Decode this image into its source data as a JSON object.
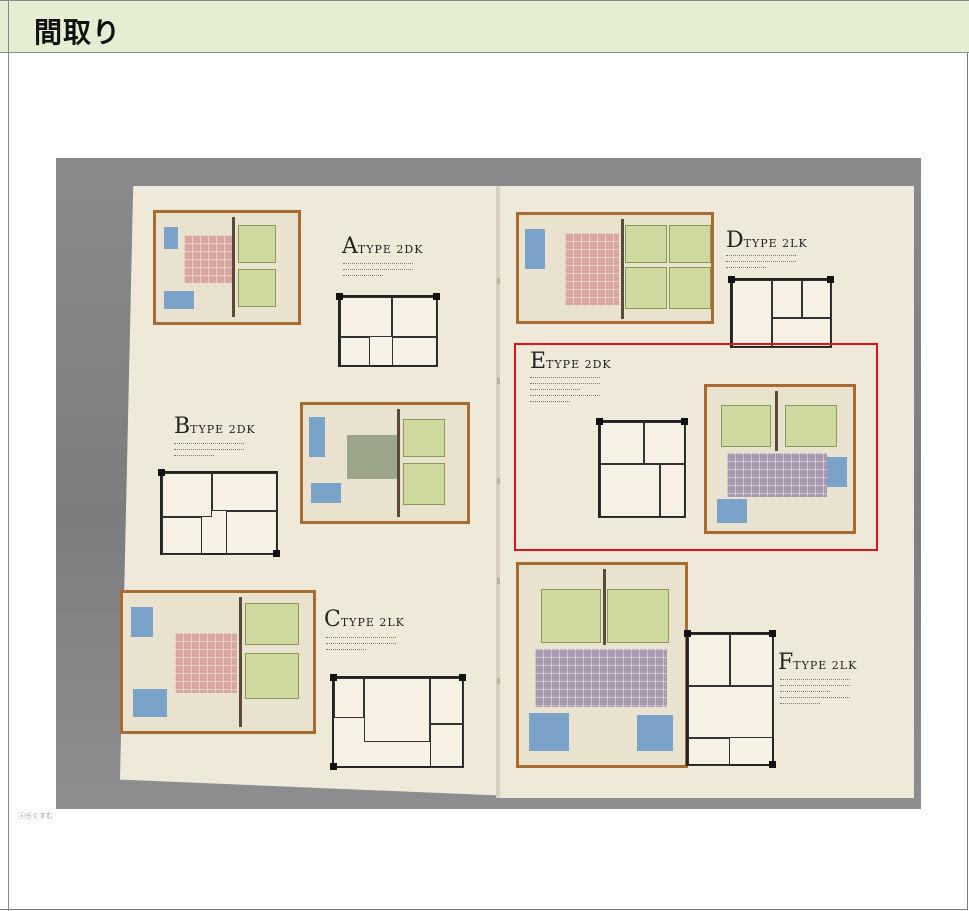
{
  "section": {
    "title": "間取り"
  },
  "brochure": {
    "plans": [
      {
        "letter": "A",
        "rest": "TYPE 2DK"
      },
      {
        "letter": "B",
        "rest": "TYPE 2DK"
      },
      {
        "letter": "C",
        "rest": "TYPE 2LK"
      },
      {
        "letter": "D",
        "rest": "TYPE 2LK"
      },
      {
        "letter": "E",
        "rest": "TYPE 2DK"
      },
      {
        "letter": "F",
        "rest": "TYPE 2LK"
      }
    ],
    "highlighted_plan": "E",
    "highlight_color": "#e3121b"
  },
  "credit": "ⓐらくすむ",
  "colors": {
    "header_bg": "#e3eed2",
    "paper": "#efe9d9",
    "tatami": "#cfd9a0",
    "wood": "#a86b32"
  }
}
